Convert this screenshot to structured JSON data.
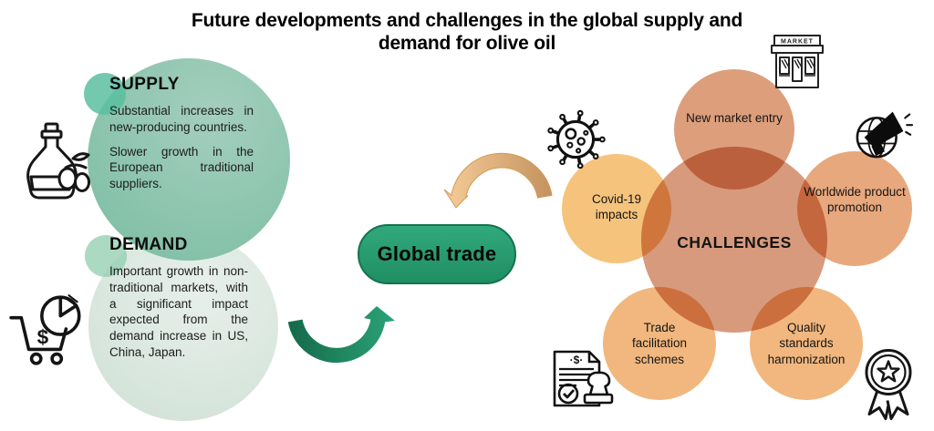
{
  "title": "Future developments and challenges in the global supply and demand for olive oil",
  "supply": {
    "heading": "SUPPLY",
    "paragraphs": [
      "Substantial increases in new-producing countries.",
      "Slower growth in the European traditional suppliers."
    ]
  },
  "demand": {
    "heading": "DEMAND",
    "paragraph": "Important growth in non-traditional markets, with a significant impact expected from the demand increase in US, China, Japan."
  },
  "global_trade": {
    "label": "Global trade"
  },
  "challenges": {
    "center_label": "CHALLENGES",
    "satellites": [
      {
        "label": "New market entry",
        "icon": "market-storefront-icon"
      },
      {
        "label": "Covid-19 impacts",
        "icon": "coronavirus-icon"
      },
      {
        "label": "Worldwide product promotion",
        "icon": "megaphone-globe-icon"
      },
      {
        "label": "Trade facilitation schemes",
        "icon": "stamped-document-icon"
      },
      {
        "label": "Quality standards harmonization",
        "icon": "award-ribbon-icon"
      }
    ]
  },
  "icons": {
    "supply_icon": "olive-oil-bottle-icon",
    "demand_icon": "shopping-cart-pie-chart-icon",
    "market_sign_text": "MARKET",
    "cart_dollar": "$",
    "certificate_dollar": "·$·"
  },
  "colors": {
    "supply_circle": "#8bc4ad",
    "supply_accent": "#5abea0",
    "demand_circle": "#d5e4da",
    "demand_accent": "#96d0b2",
    "global_trade_fill": "#27996d",
    "green_arrow": "#1e8a62",
    "orange_arrow": "#d9a66c",
    "challenges_center": "#d89a7d",
    "new_market_entry": "#dd9e7b",
    "covid_impacts": "#f5c37c",
    "worldwide_promotion": "#e8a87d",
    "trade_facilitation": "#f1b77e",
    "quality_standards": "#f1b77e"
  }
}
